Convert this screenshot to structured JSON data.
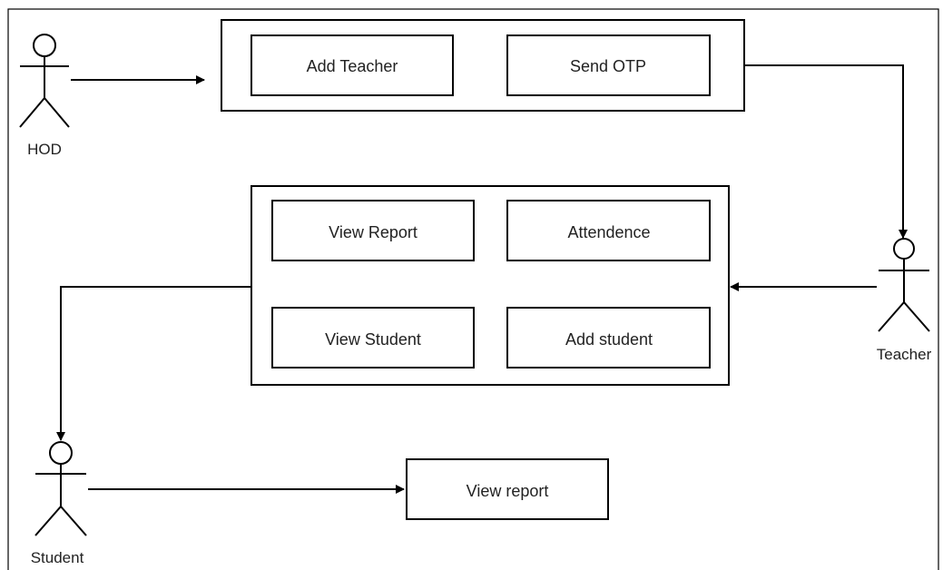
{
  "actors": {
    "hod": "HOD",
    "teacher": "Teacher",
    "student": "Student"
  },
  "hod_panel": {
    "add_teacher": "Add Teacher",
    "send_otp": "Send OTP"
  },
  "teacher_panel": {
    "view_report": "View Report",
    "attendence": "Attendence",
    "view_student": "View Student",
    "add_student": "Add student"
  },
  "student_panel": {
    "view_report": "View report"
  },
  "colors": {
    "stroke": "#000000",
    "text": "#222222",
    "background": "#ffffff"
  }
}
